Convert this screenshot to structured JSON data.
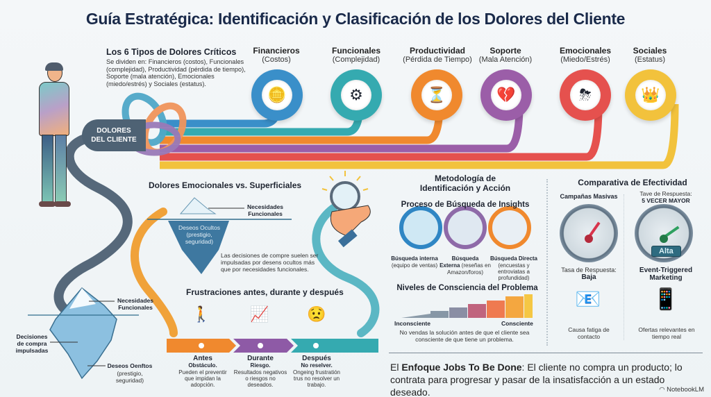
{
  "title": "Guía Estratégica: Identificación y Clasificación de los Dolores del Cliente",
  "intro": {
    "heading": "Los 6 Tipos de Dolores Críticos",
    "body": "Se dividen en: Financieros (costos), Funcionales (complejidad), Productividad (pérdida de tiempo), Soporte (mala atención), Emocionales (miedo/estrés) y Sociales (estatus)."
  },
  "center_label": {
    "line1": "DOLORES",
    "line2": "DEL CLIENTE"
  },
  "categories": [
    {
      "name": "Financieros",
      "sub": "(Costos)",
      "icon": "coins-stack-icon",
      "glyph": "🪙",
      "color": "#3a8fc9"
    },
    {
      "name": "Funcionales",
      "sub": "(Complejidad)",
      "icon": "gears-icon",
      "glyph": "⚙",
      "color": "#35aab0"
    },
    {
      "name": "Productividad",
      "sub": "(Pérdida de Tiempo)",
      "icon": "clock-hourglass-icon",
      "glyph": "⏳",
      "color": "#f0892e"
    },
    {
      "name": "Soporte",
      "sub": "(Mala Atención)",
      "icon": "broken-heart-headset-icon",
      "glyph": "💔",
      "color": "#9b5ea8"
    },
    {
      "name": "Emocionales",
      "sub": "(Miedo/Estrés)",
      "icon": "storm-cloud-icon",
      "glyph": "⛈",
      "color": "#e5514e"
    },
    {
      "name": "Sociales",
      "sub": "(Estatus)",
      "icon": "crown-icon",
      "glyph": "👑",
      "color": "#f2c23c"
    }
  ],
  "emotional": {
    "heading": "Dolores Emocionales vs. Superficiales",
    "tip_label": "Necesidades Funcionales",
    "hidden_label": "Deseos Ocultos (prestigio, seguridad)",
    "caption": "Las decisiones de compre suelen ser impulsadas por desens ocultos más que por necesidades funcionales."
  },
  "iceberg2": {
    "tip_label": "Necesidades Funcionales",
    "middle_label": "Decisiones de compra impulsadas",
    "bottom_label": "Deseos Oenftos",
    "bottom_sub": "(prestigio, seguridad)"
  },
  "frustrations": {
    "heading": "Frustraciones antes, durante y después",
    "stages": [
      {
        "title": "Antes",
        "bold": "Obstáculo.",
        "text": "Pueden el preventir que impidan la adopción.",
        "color": "#f0892e",
        "icon": "walking-signpost-icon",
        "glyph": "🚶"
      },
      {
        "title": "Durante",
        "bold": "Riesgo.",
        "text": "Resultados negativos o riesgos no deseados.",
        "color": "#8e5aa6",
        "icon": "warning-trend-icon",
        "glyph": "📈"
      },
      {
        "title": "Después",
        "bold": "No reselver.",
        "text": "Ongeing frustratión trus no resolver un trabajo.",
        "color": "#35aab0",
        "icon": "frustrated-person-icon",
        "glyph": "😟"
      }
    ]
  },
  "methodology": {
    "heading_line1": "Metodología de",
    "heading_line2": "Identificación y Acción",
    "process_heading": "Proceso de Búsqueda de Insights",
    "steps": [
      {
        "title": "Búsqueda interna",
        "text": "(equipo de ventas)",
        "color": "#2f86c4"
      },
      {
        "title": "Búsqueda",
        "title2": "Externa",
        "text": "(reseñas en Amazon/foros)",
        "color": "#8e6aa8"
      },
      {
        "title": "Búsqueda Directa",
        "text": "(encuestas y entroviatas a profundidad)",
        "color": "#f0892e"
      }
    ],
    "awareness_heading": "Niveles de Consciencia del Problema",
    "awareness_left": "Inconsciente",
    "awareness_right": "Consciente",
    "awareness_caption": "No vendas la solución antes de que el cliente sea consciente de que tiene un problema."
  },
  "comparison": {
    "heading": "Comparativa de Efectividad",
    "left": {
      "title": "Campañas Masivas",
      "rate_label": "Tasa de Respuesta:",
      "rate_value": "Baja",
      "caption": "Causa fatiga de contacto"
    },
    "right": {
      "rate_label": "Tave de Respuesta:",
      "rate_value": "5 VECER MAYOR",
      "badge": "Alta",
      "title": "Event-Triggered Marketing",
      "caption": "Ofertas relevantes en tiempo real"
    }
  },
  "footer": {
    "prefix": "El ",
    "bold": "Enfoque Jobs To Be Done",
    "rest": ": El cliente no compra un producto; lo contrata para progresar y pasar de la insatisfacción a un estado deseado."
  },
  "brand": "NotebookLM"
}
